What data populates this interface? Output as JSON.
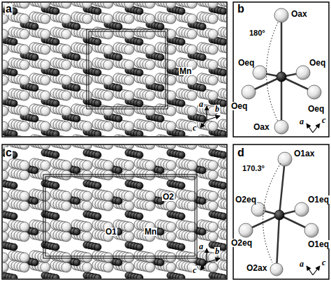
{
  "diagram": {
    "labels": [
      "a",
      "Mn",
      "a",
      "b",
      "c",
      "b",
      "Oax",
      "Oeq",
      "Oeq",
      "Oeq",
      "Oeq",
      "Oax",
      "180°",
      "a",
      "c",
      "c",
      "O2",
      "O1",
      "Mn",
      "a",
      "b",
      "c",
      "d",
      "O1ax",
      "O2eq",
      "O1eq",
      "O2eq",
      "O1eq",
      "O2ax",
      "170.3°",
      "a",
      "c"
    ]
  }
}
